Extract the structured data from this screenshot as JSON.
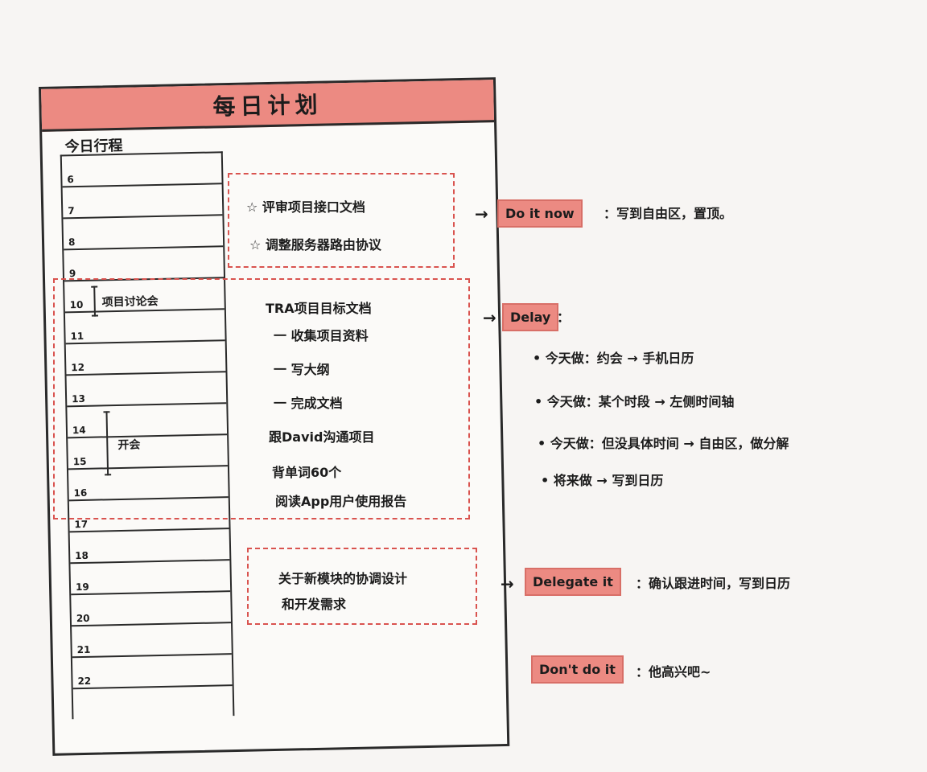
{
  "planner": {
    "title": "每日计划",
    "schedule_label": "今日行程",
    "hours": [
      "6",
      "7",
      "8",
      "9",
      "10",
      "11",
      "12",
      "13",
      "14",
      "15",
      "16",
      "17",
      "18",
      "19",
      "20",
      "21",
      "22"
    ],
    "events": [
      {
        "label": "项目讨论会"
      },
      {
        "label": "开会"
      }
    ]
  },
  "tasks": {
    "do_now": [
      "☆ 评审项目接口文档",
      "☆ 调整服务器路由协议"
    ],
    "delay": [
      "TRA项目目标文档",
      "一 收集项目资料",
      "一 写大纲",
      "一 完成文档",
      "跟David沟通项目",
      "背单词60个",
      "阅读App用户使用报告"
    ],
    "delegate": [
      "关于新模块的协调设计",
      "和开发需求"
    ]
  },
  "legend": {
    "do_now": {
      "tag": "Do it now",
      "note": "：写到自由区，置顶。"
    },
    "delay": {
      "tag": "Delay",
      "colon": "：",
      "bullets": [
        "• 今天做：约会 → 手机日历",
        "• 今天做：某个时段 → 左侧时间轴",
        "• 今天做：但没具体时间 → 自由区，做分解",
        "• 将来做 → 写到日历"
      ]
    },
    "delegate": {
      "tag": "Delegate it",
      "note": "：确认跟进时间，写到日历"
    },
    "dont_do": {
      "tag": "Don't do it",
      "note": "：他高兴吧~"
    }
  },
  "colors": {
    "accent": "#ec8a82",
    "dash": "#d9534f",
    "ink": "#1c1c1c"
  }
}
